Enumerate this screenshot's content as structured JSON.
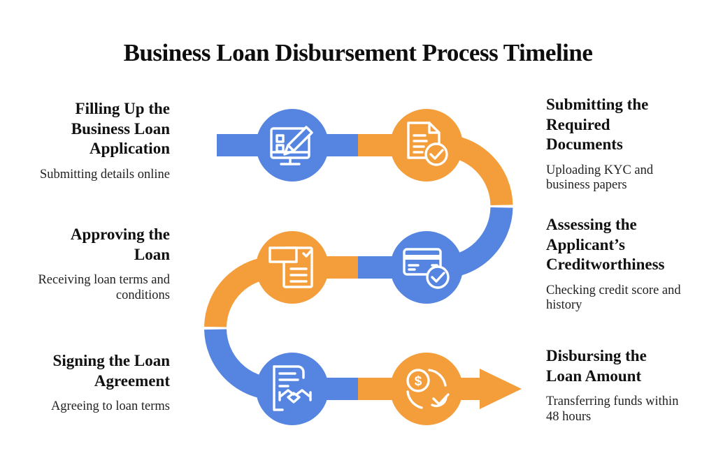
{
  "title": "Business Loan Disbursement Process Timeline",
  "colors": {
    "blue": "#5585E0",
    "orange": "#F49D3B",
    "text_dark": "#111111",
    "background": "#ffffff"
  },
  "steps": [
    {
      "order": 1,
      "side": "left",
      "row": 1,
      "circle_color": "blue",
      "icon": "monitor-pencil-icon",
      "heading": "Filling Up the\nBusiness Loan\nApplication",
      "description": "Submitting details online"
    },
    {
      "order": 2,
      "side": "right",
      "row": 1,
      "circle_color": "orange",
      "icon": "document-check-icon",
      "heading": "Submitting the\nRequired\nDocuments",
      "description": "Uploading KYC and\nbusiness papers"
    },
    {
      "order": 3,
      "side": "right",
      "row": 2,
      "circle_color": "blue",
      "icon": "credit-card-check-icon",
      "heading": "Assessing the\nApplicant’s\nCreditworthiness",
      "description": "Checking credit score and\nhistory"
    },
    {
      "order": 4,
      "side": "left",
      "row": 2,
      "circle_color": "orange",
      "icon": "approval-stamp-icon",
      "heading": "Approving the\nLoan",
      "description": "Receiving loan terms and\nconditions"
    },
    {
      "order": 5,
      "side": "left",
      "row": 3,
      "circle_color": "blue",
      "icon": "contract-handshake-icon",
      "heading": "Signing the Loan\nAgreement",
      "description": "Agreeing to loan terms"
    },
    {
      "order": 6,
      "side": "right",
      "row": 3,
      "circle_color": "orange",
      "icon": "money-transfer-check-icon",
      "heading": "Disbursing the\nLoan Amount",
      "description": "Transferring funds within\n48 hours"
    }
  ]
}
